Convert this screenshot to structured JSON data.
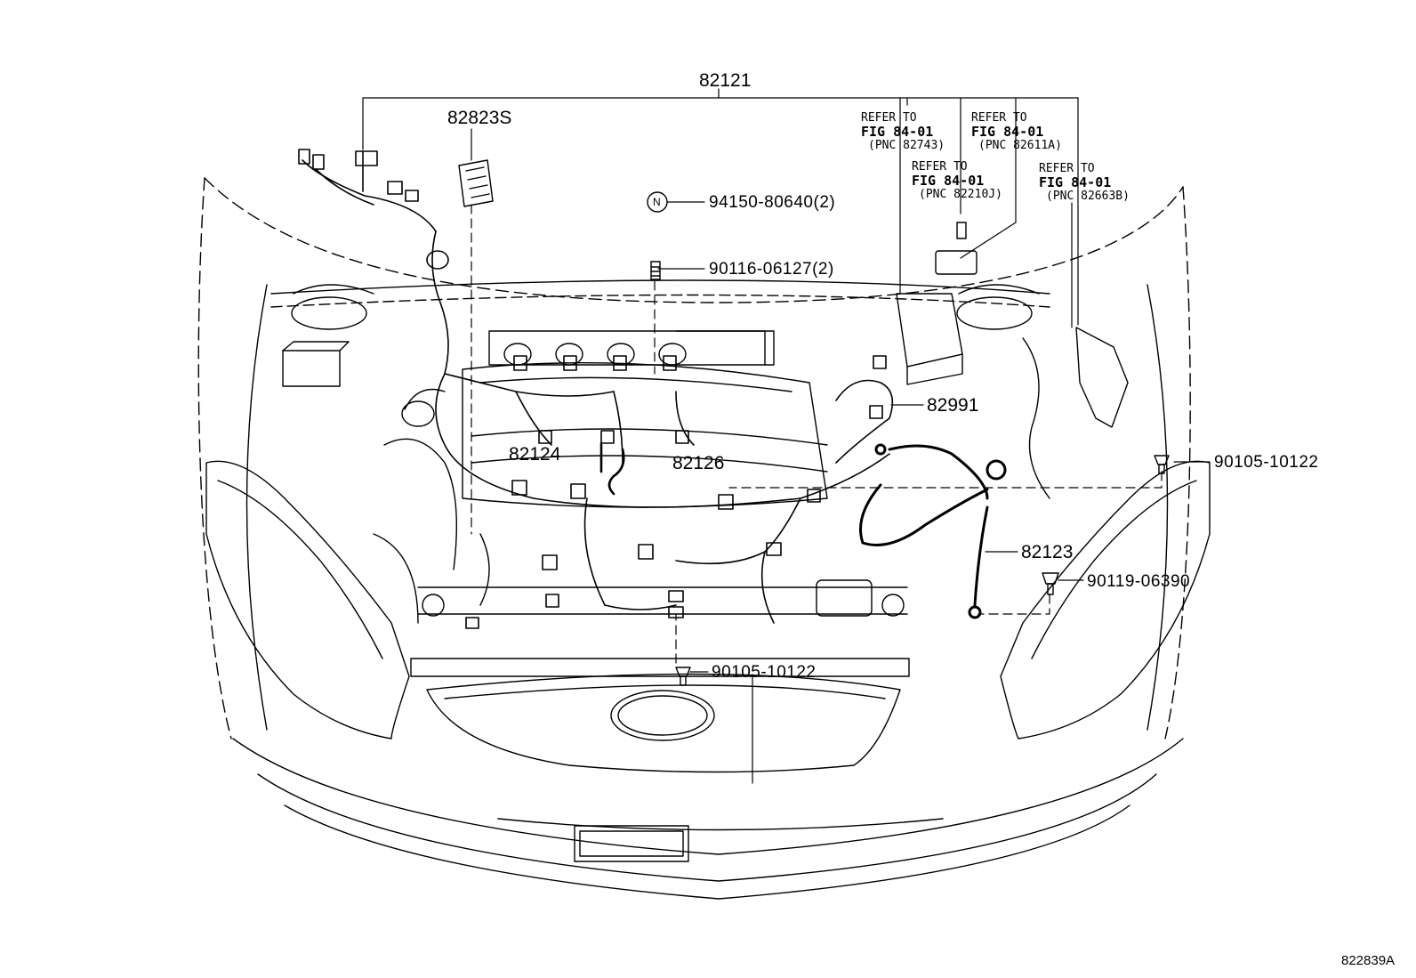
{
  "parts": {
    "p82121": "82121",
    "p82823s": "82823S",
    "p94150": "94150-80640(2)",
    "p90116": "90116-06127(2)",
    "p82991": "82991",
    "p82124": "82124",
    "p82126": "82126",
    "p82123": "82123",
    "p90105_right": "90105-10122",
    "p90119": "90119-06390",
    "p90105_bottom": "90105-10122"
  },
  "note_marker": "N",
  "refer_notes": [
    {
      "line1": "REFER TO",
      "line2": "FIG 84-01",
      "line3": "(PNC 82743)"
    },
    {
      "line1": "REFER TO",
      "line2": "FIG 84-01",
      "line3": "(PNC 82611A)"
    },
    {
      "line1": "REFER TO",
      "line2": "FIG 84-01",
      "line3": "(PNC 82210J)"
    },
    {
      "line1": "REFER TO",
      "line2": "FIG 84-01",
      "line3": "(PNC 82663B)"
    }
  ],
  "figure_id": "822839A"
}
